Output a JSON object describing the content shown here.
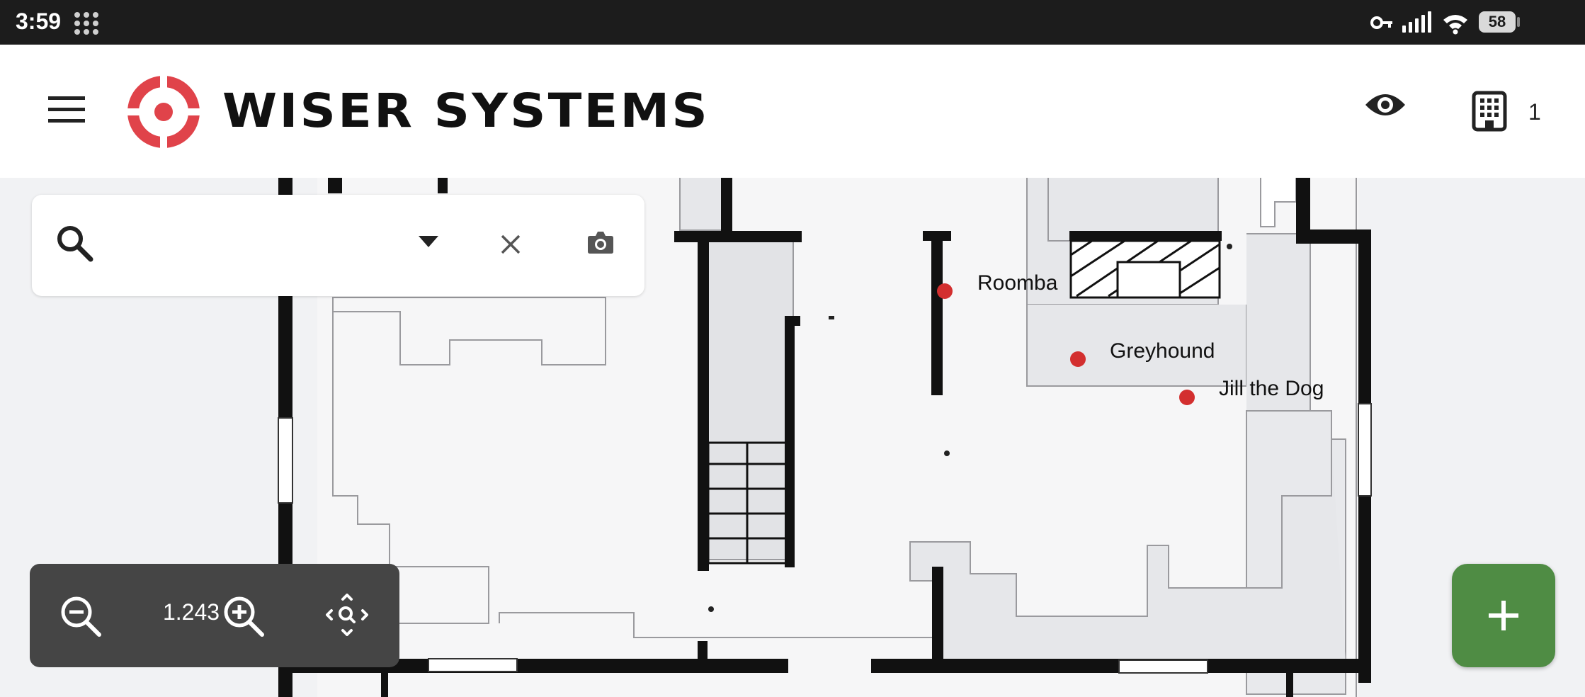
{
  "status_bar": {
    "time": "3:59",
    "battery": "58"
  },
  "app_bar": {
    "brand": "WISER SYSTEMS",
    "building_count": "1"
  },
  "search": {
    "value": "",
    "placeholder": ""
  },
  "zoom": {
    "level": "1.243"
  },
  "tags": [
    {
      "name": "Roomba"
    },
    {
      "name": "Greyhound"
    },
    {
      "name": "Jill the Dog"
    }
  ],
  "colors": {
    "accent_red": "#e0434a",
    "marker_red": "#d32f2f",
    "fab_green": "#4f8c44",
    "status_bar": "#1c1c1c",
    "zoom_panel": "#454545"
  },
  "icons": [
    "menu-icon",
    "logo-target-icon",
    "eye-icon",
    "building-icon",
    "search-icon",
    "caret-down-icon",
    "close-icon",
    "camera-icon",
    "zoom-out-icon",
    "zoom-in-icon",
    "recenter-icon",
    "plus-icon"
  ]
}
